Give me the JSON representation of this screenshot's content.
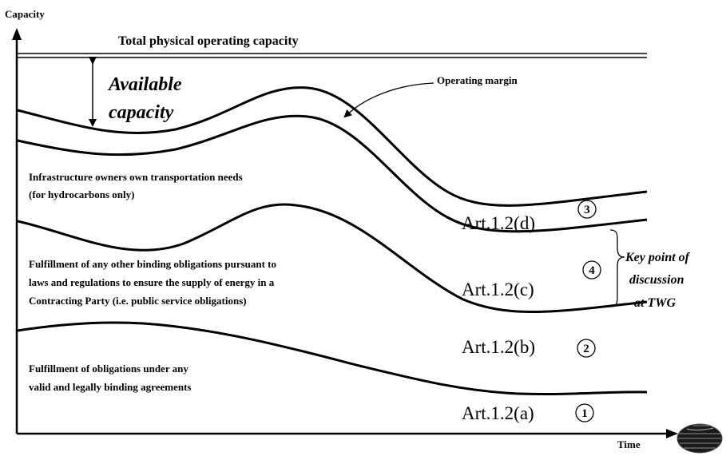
{
  "axes": {
    "y_label": "Capacity",
    "x_label": "Time"
  },
  "top_line_label": "Total  physical operating capacity",
  "available_capacity": {
    "line1": "Available",
    "line2": "capacity"
  },
  "operating_margin_label": "Operating margin",
  "layers": {
    "owners_needs": {
      "line1": "Infrastructure owners own transportation needs",
      "line2": "(for hydrocarbons only)"
    },
    "other_obligations": {
      "line1": "Fulfillment of any other binding obligations pursuant to",
      "line2": "laws and regulations to ensure the supply of energy in a",
      "line3": "Contracting Party (i.e. public service obligations)"
    },
    "agreements": {
      "line1": "Fulfillment of obligations under any",
      "line2": "valid and legally binding agreements"
    }
  },
  "articles": {
    "d": "Art.1.2(d)",
    "c": "Art.1.2(c)",
    "b": "Art.1.2(b)",
    "a": "Art.1.2(a)"
  },
  "numbers": {
    "n1": "1",
    "n2": "2",
    "n3": "3",
    "n4": "4"
  },
  "key_point": {
    "line1": "Key point of",
    "line2": "discussion",
    "line3": "at TWG"
  },
  "icons": {
    "corner": "globe-icon"
  }
}
